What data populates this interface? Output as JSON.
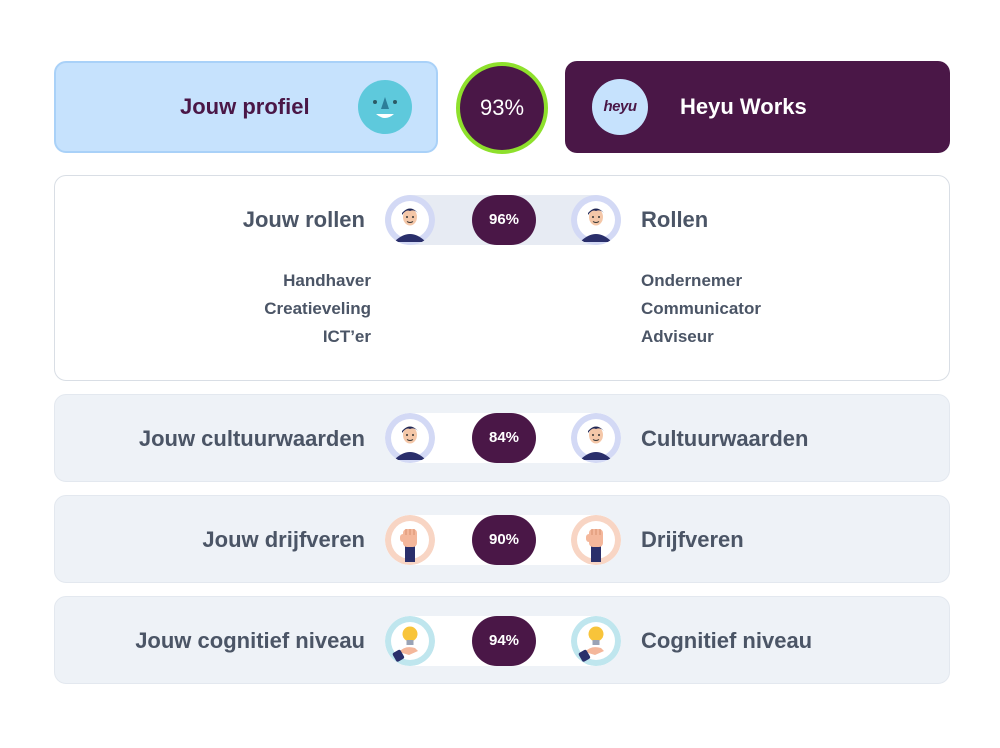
{
  "header": {
    "profile_title": "Jouw profiel",
    "overall_match": "93%",
    "company_logo_text": "heyu",
    "company_name": "Heyu Works"
  },
  "roles": {
    "left_label": "Jouw rollen",
    "right_label": "Rollen",
    "match": "96%",
    "left_items": [
      "Handhaver",
      "Creatieveling",
      "ICT’er"
    ],
    "right_items": [
      "Ondernemer",
      "Communicator",
      "Adviseur"
    ]
  },
  "culture": {
    "left_label": "Jouw cultuurwaarden",
    "right_label": "Cultuurwaarden",
    "match": "84%"
  },
  "drivers": {
    "left_label": "Jouw drijfveren",
    "right_label": "Drijfveren",
    "match": "90%"
  },
  "cognitive": {
    "left_label": "Jouw cognitief niveau",
    "right_label": "Cognitief niveau",
    "match": "94%"
  },
  "colors": {
    "brand_purple": "#4a1747",
    "profile_blue": "#c6e2fd",
    "ring_green": "#8ee02c",
    "text_gray": "#4b5566",
    "row_bg": "#eef2f7"
  },
  "icons": {
    "profile": "smiley-face-icon",
    "roles": "person-avatar-icon",
    "culture": "person-avatar-icon",
    "drivers": "raised-fist-icon",
    "cognitive": "lightbulb-hand-icon"
  }
}
